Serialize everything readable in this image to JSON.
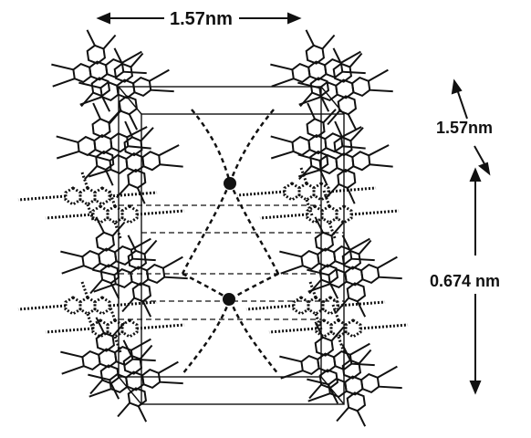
{
  "labels": {
    "top_dimension": "1.57nm",
    "right_oblique_dimension": "1.57nm",
    "right_vertical_dimension": "0.674 nm"
  },
  "colors": {
    "ink": "#111111",
    "background": "#ffffff"
  },
  "figure": {
    "type": "crystal-packing-diagram",
    "metal_atoms": 2,
    "dashed_molecules": true
  }
}
